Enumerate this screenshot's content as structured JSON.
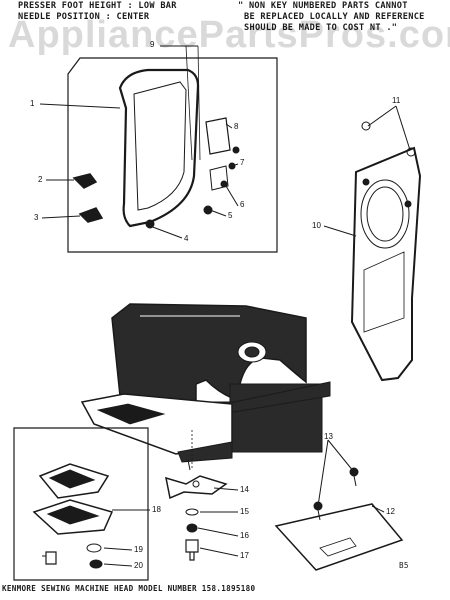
{
  "watermark": "AppliancePartsPros.com",
  "header": {
    "presser_foot": "PRESSER FOOT HEIGHT : LOW BAR",
    "needle_position": "NEEDLE POSITION : CENTER",
    "note_line1": "\" NON KEY NUMBERED PARTS CANNOT",
    "note_line2": "BE REPLACED LOCALLY AND REFERENCE",
    "note_line3": "SHOULD BE MADE TO COST NT .\""
  },
  "footer": {
    "model_line": "KENMORE SEWING MACHINE HEAD MODEL NUMBER 158.1895180",
    "page_code": "B5"
  },
  "callouts": [
    "1",
    "2",
    "3",
    "4",
    "5",
    "6",
    "7",
    "8",
    "9",
    "10",
    "11",
    "12",
    "13",
    "14",
    "15",
    "16",
    "17",
    "18",
    "19",
    "20"
  ],
  "colors": {
    "ink": "#1a1a1a",
    "body_fill": "#2a2a2a",
    "paper": "#ffffff"
  }
}
